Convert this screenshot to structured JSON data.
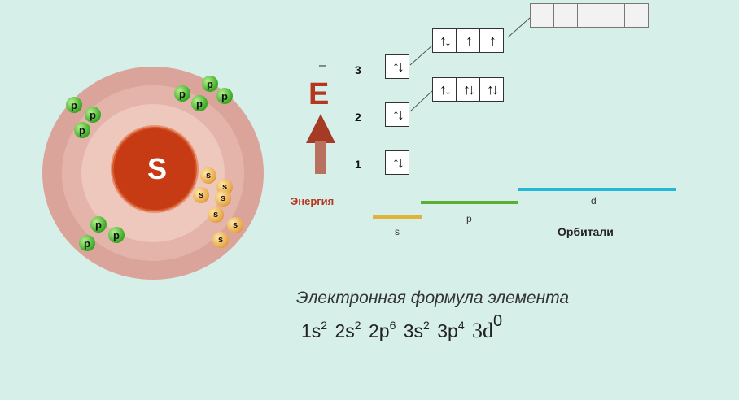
{
  "atom": {
    "nucleus_label": "S",
    "p_label": "p",
    "s_label": "s",
    "colors": {
      "ring_outer": "#dba49a",
      "ring_inner": "#e8bfb5",
      "nucleus": "#c63a14",
      "p_electron": "#3fae2a",
      "s_electron": "#e8a94a"
    }
  },
  "energy": {
    "symbol": "E",
    "minus": "–",
    "label": "Энергия",
    "arrow_color": "#a53a25"
  },
  "levels": [
    {
      "num": "3",
      "s_box": "↑↓",
      "p_boxes": [
        "↑↓",
        "↑",
        "↑"
      ],
      "d_boxes": [
        "",
        "",
        "",
        "",
        ""
      ]
    },
    {
      "num": "2",
      "s_box": "↑↓",
      "p_boxes": [
        "↑↓",
        "↑↓",
        "↑↓"
      ]
    },
    {
      "num": "1",
      "s_box": "↑↓"
    }
  ],
  "orbitals": {
    "title": "Орбитали",
    "s": {
      "label": "s",
      "color": "#e0b33a"
    },
    "p": {
      "label": "p",
      "color": "#5ab034"
    },
    "d": {
      "label": "d",
      "color": "#22b8d6"
    }
  },
  "formula": {
    "caption": "Электронная формула элемента",
    "terms": [
      {
        "base": "1s",
        "exp": "2"
      },
      {
        "base": "2s",
        "exp": "2"
      },
      {
        "base": "2p",
        "exp": "6"
      },
      {
        "base": "3s",
        "exp": "2"
      },
      {
        "base": "3p",
        "exp": "4"
      },
      {
        "base": "3d",
        "exp": "0"
      }
    ]
  }
}
